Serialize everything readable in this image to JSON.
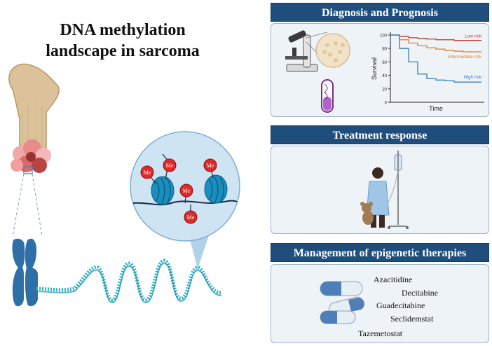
{
  "title_lines": [
    "DNA methylation",
    "landscape in sarcoma"
  ],
  "panels": {
    "diagnosis": {
      "header": "Diagnosis and Prognosis"
    },
    "treatment": {
      "header": "Treatment response"
    },
    "management": {
      "header": "Management of epigenetic therapies",
      "drugs": [
        "Azacitidine",
        "Decitabine",
        "Guadecitabine",
        "Seclidemstat",
        "Tazemetostat"
      ]
    }
  },
  "methyl_label": "Me",
  "chart_data": {
    "type": "line",
    "xlabel": "Time",
    "ylabel": "Survival",
    "ylim": [
      0,
      100
    ],
    "yticks": [
      0,
      20,
      40,
      60,
      80,
      100
    ],
    "x": [
      0,
      1,
      2,
      3,
      4,
      5,
      6,
      7,
      8,
      9,
      10
    ],
    "series": [
      {
        "name": "Low risk",
        "color": "#c0392b",
        "values": [
          100,
          98,
          96,
          95,
          94,
          93,
          93,
          92,
          92,
          92,
          92
        ]
      },
      {
        "name": "Intermediate risk",
        "color": "#e67e22",
        "values": [
          100,
          93,
          88,
          84,
          81,
          79,
          77,
          76,
          75,
          75,
          75
        ]
      },
      {
        "name": "High risk",
        "color": "#3a7dbf",
        "values": [
          100,
          80,
          60,
          42,
          35,
          33,
          32,
          30,
          30,
          30,
          30
        ]
      }
    ]
  }
}
